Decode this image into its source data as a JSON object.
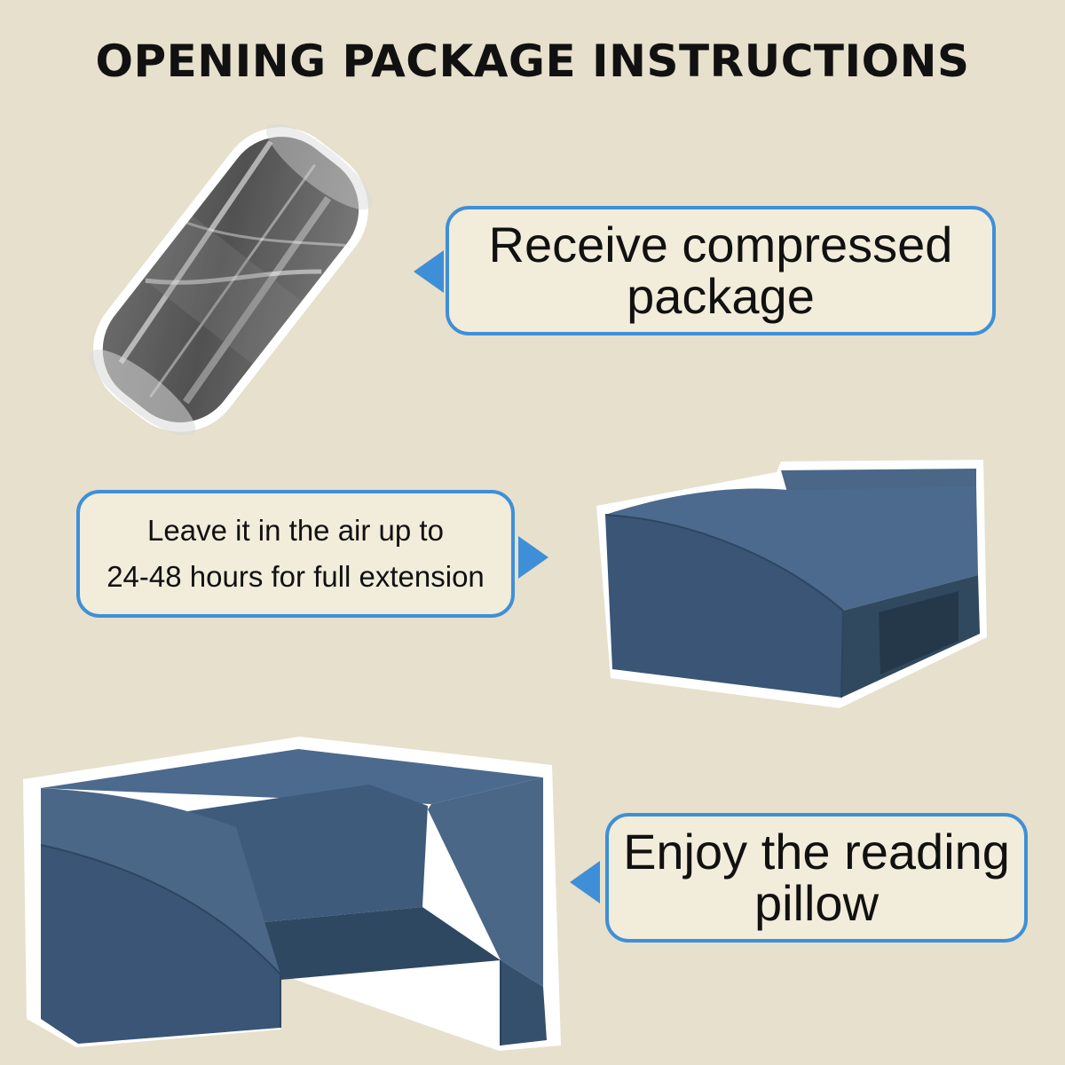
{
  "title": "OPENING PACKAGE INSTRUCTIONS",
  "colors": {
    "background": "#e6e0cc",
    "bubble_border": "#3f8fd8",
    "pillow_blue": "#3a5575"
  },
  "steps": [
    {
      "line1": "Receive compressed",
      "line2": "package",
      "image_icon": "compressed-roll-package"
    },
    {
      "line1": "Leave it in the air up to",
      "line2": "24-48 hours for full extension",
      "image_icon": "expanded-pillow"
    },
    {
      "line1": "Enjoy the reading",
      "line2": "pillow",
      "image_icon": "reading-pillow"
    }
  ]
}
